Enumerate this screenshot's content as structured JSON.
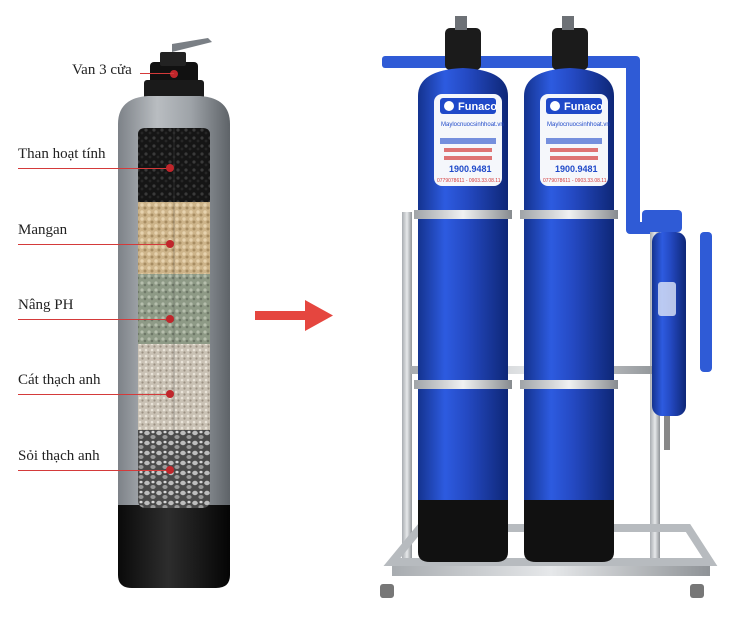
{
  "filter_diagram": {
    "layers": [
      {
        "label": "Van 3 cửa"
      },
      {
        "label": "Than hoạt tính"
      },
      {
        "label": "Mangan"
      },
      {
        "label": "Nâng PH"
      },
      {
        "label": "Cát thạch anh"
      },
      {
        "label": "Sỏi thạch anh"
      }
    ]
  },
  "product": {
    "brand": "Funaco",
    "website": "Maylocnuocsinhhoat.vn",
    "hotline": "1900.9481",
    "phones": "0779078611 - 0903.33.08.11"
  },
  "colors": {
    "tank_blue": "#1f49c9",
    "pipe_blue": "#2f5bd6",
    "arrow_red": "#e5463f",
    "leader_red": "#d43a3a"
  }
}
